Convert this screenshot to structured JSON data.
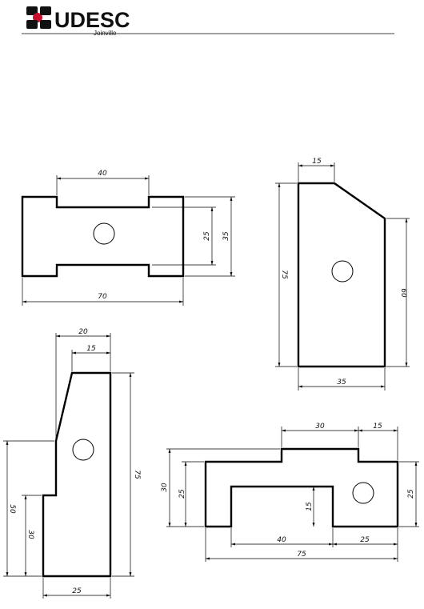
{
  "header": {
    "logo_text": "UDESC",
    "logo_subtext": "Joinville",
    "logo_colors": {
      "red": "#c8102e",
      "black": "#111111"
    }
  },
  "drawings": [
    {
      "name": "top-left-part",
      "dimensions": [
        "40",
        "25",
        "35",
        "70"
      ]
    },
    {
      "name": "top-right-part",
      "dimensions": [
        "15",
        "75",
        "60",
        "35"
      ]
    },
    {
      "name": "bottom-left-part",
      "dimensions": [
        "20",
        "15",
        "75",
        "50",
        "30",
        "25"
      ]
    },
    {
      "name": "bottom-right-part",
      "dimensions": [
        "30",
        "15",
        "30",
        "25",
        "15",
        "25",
        "40",
        "25",
        "75"
      ]
    }
  ]
}
